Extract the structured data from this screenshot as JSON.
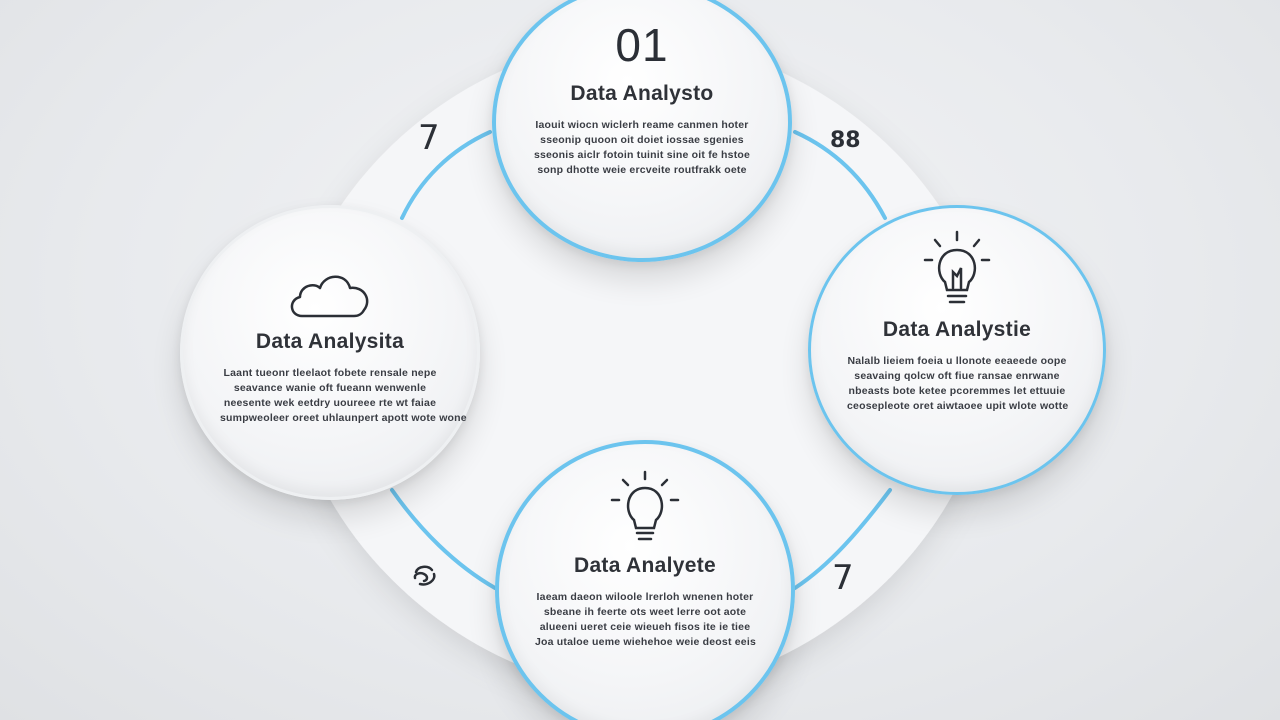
{
  "diagram": {
    "nodes": [
      {
        "id": "top",
        "number": "01",
        "title": "Data Analysto",
        "icon": "none",
        "text": [
          "Iaouit wiocn wiclerh reame  canmen hoter",
          "sseonip quoon oit   doiet iossae sgenies",
          "sseonis aiclr fotoin tuinit sine oit fe hstoe",
          "sonp dhotte weie ercveite routfrakk oete"
        ]
      },
      {
        "id": "left",
        "number": "",
        "title": "Data Analysita",
        "icon": "cloud-icon",
        "text": [
          "Laant tueonr tleelaot fobete  rensale nepe",
          "seavance  wanie oft  fueann  wenwenle",
          "neesente wek  eetdry uoureee rte wt faiae",
          "sumpweoleer oreet uhlaunpert apott wote wone"
        ]
      },
      {
        "id": "right",
        "number": "",
        "title": "Data Analystie",
        "icon": "lightbulb-icon",
        "text": [
          "Nalalb lieiem foeia u llonote  eeaeede oope",
          "seavaing  qolcw oft   fiue  ransae enrwane",
          "nbeasts bote ketee pcoremmes let ettuuie",
          "ceosepleote oret aiwtaoee upit wlote wotte"
        ]
      },
      {
        "id": "bottom",
        "number": "",
        "title": "Data Analyete",
        "icon": "lightbulb-icon",
        "text": [
          "Iaeam daeon wiloole lrerloh  wnenen hoter",
          "sbeane ih feerte ots   weet lerre oot aote",
          "alueeni ueret  ceie wieueh fisos ite ie tiee",
          "Joa utaloe ueme wiehehoe weie deost eeis"
        ]
      }
    ],
    "markers": [
      "7",
      "88",
      "7"
    ],
    "colors": {
      "accent": "#6cc4ee",
      "text": "#2f3238",
      "background": "#e8eaed"
    }
  }
}
